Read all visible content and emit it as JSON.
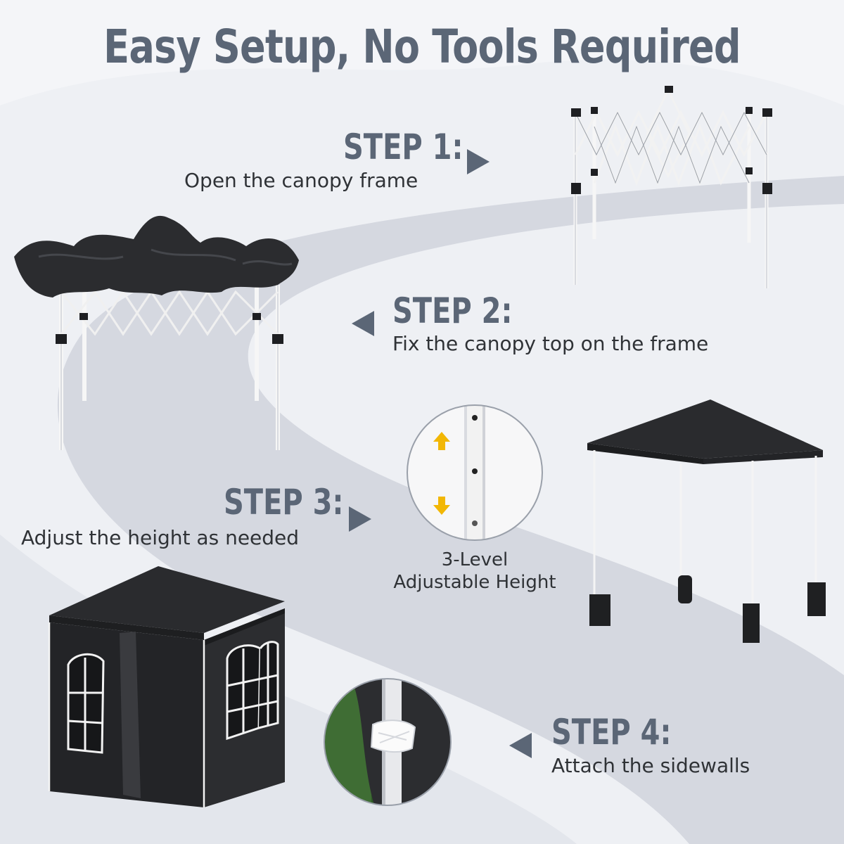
{
  "header": {
    "title": "Easy Setup, No Tools Required"
  },
  "steps": [
    {
      "title": "STEP 1:",
      "description": "Open the canopy frame",
      "arrow": "right"
    },
    {
      "title": "STEP 2:",
      "description": "Fix the canopy top on the frame",
      "arrow": "left"
    },
    {
      "title": "STEP 3:",
      "description": "Adjust the height as needed",
      "arrow": "right"
    },
    {
      "title": "STEP 4:",
      "description": "Attach the sidewalls",
      "arrow": "left"
    }
  ],
  "height_callout": {
    "line1": "3-Level",
    "line2": "Adjustable Height"
  },
  "colors": {
    "heading": "#5b6676",
    "text": "#2f3236",
    "canopy": "#2a2b2e",
    "frame": "#f4f4f4",
    "accent_arrow": "#f2b705",
    "background": "#e9ebf0",
    "wave": "#d7dae2"
  },
  "icons": [
    "triangle-right-icon",
    "triangle-left-icon",
    "arrow-up-icon",
    "arrow-down-icon"
  ]
}
